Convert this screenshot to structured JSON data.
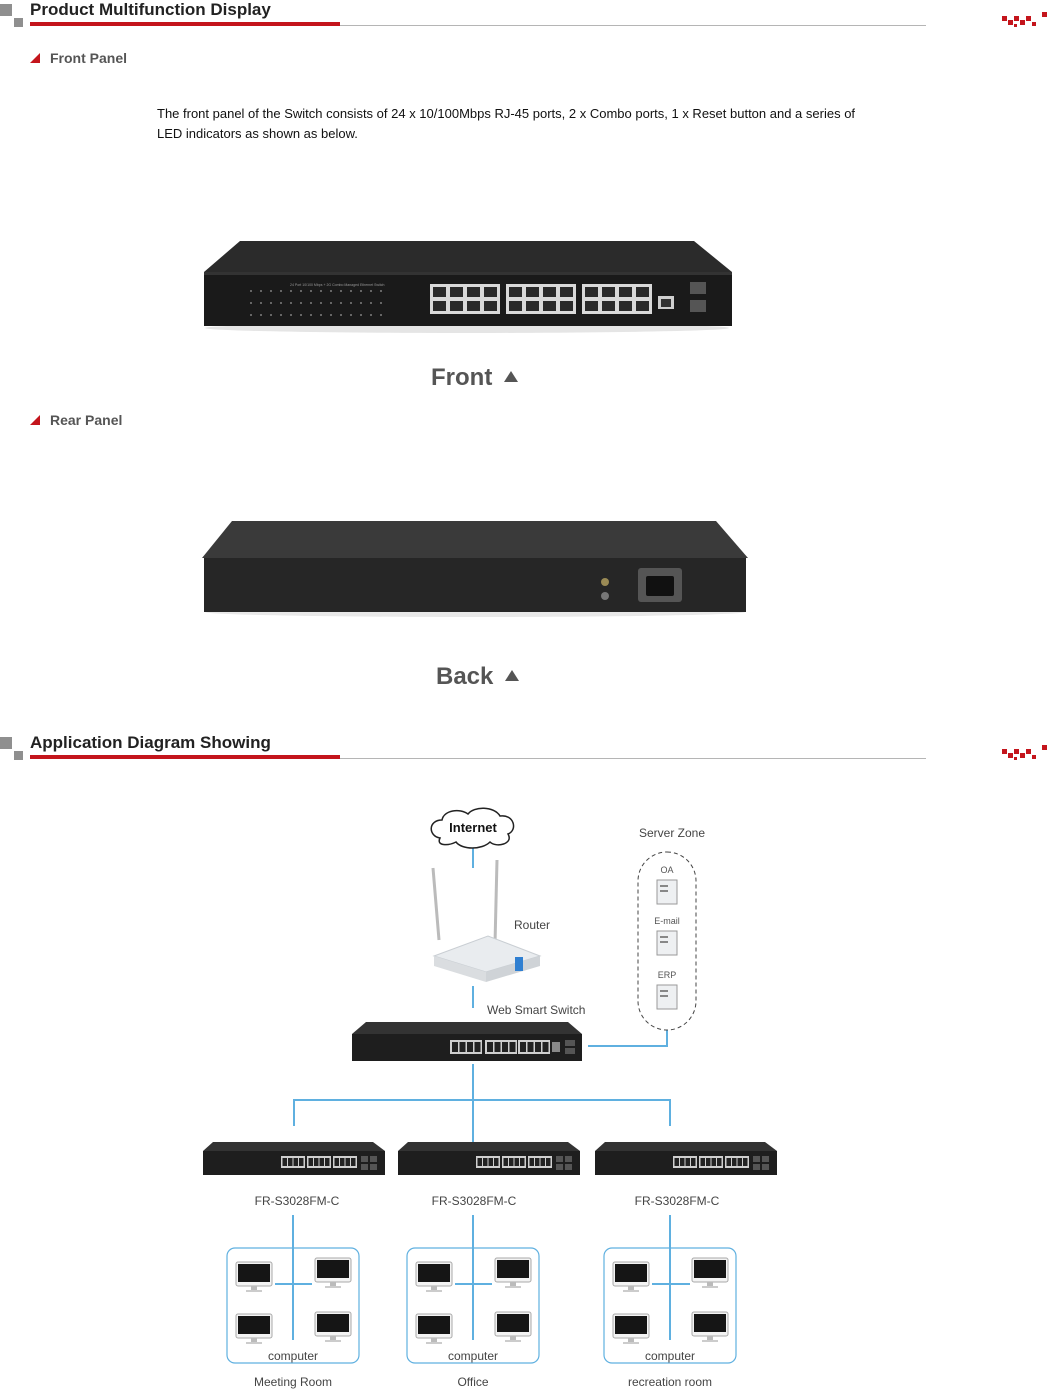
{
  "section1": {
    "title": "Product Multifunction Display"
  },
  "front": {
    "heading": "Front Panel",
    "description": "The front panel of the Switch consists of 24 x 10/100Mbps RJ-45 ports, 2 x Combo ports, 1 x Reset button and a series of LED indicators as shown as below.",
    "caption": "Front"
  },
  "rear": {
    "heading": "Rear Panel",
    "caption": "Back"
  },
  "section2": {
    "title": "Application Diagram Showing"
  },
  "diagram": {
    "internet": "Internet",
    "router": "Router",
    "server_zone": "Server Zone",
    "servers": [
      "OA",
      "E-mail",
      "ERP"
    ],
    "core_switch": "Web Smart Switch",
    "access_switches": [
      {
        "model": "FR-S3028FM-C",
        "group_label": "computer",
        "room": "Meeting Room"
      },
      {
        "model": "FR-S3028FM-C",
        "group_label": "computer",
        "room": "Office"
      },
      {
        "model": "FR-S3028FM-C",
        "group_label": "computer",
        "room": "recreation room"
      }
    ]
  },
  "colors": {
    "accent_red": "#c4151c",
    "header_gray": "#8f8f8f",
    "link_blue": "#5fb0e0",
    "device_black": "#1e1e1e"
  }
}
